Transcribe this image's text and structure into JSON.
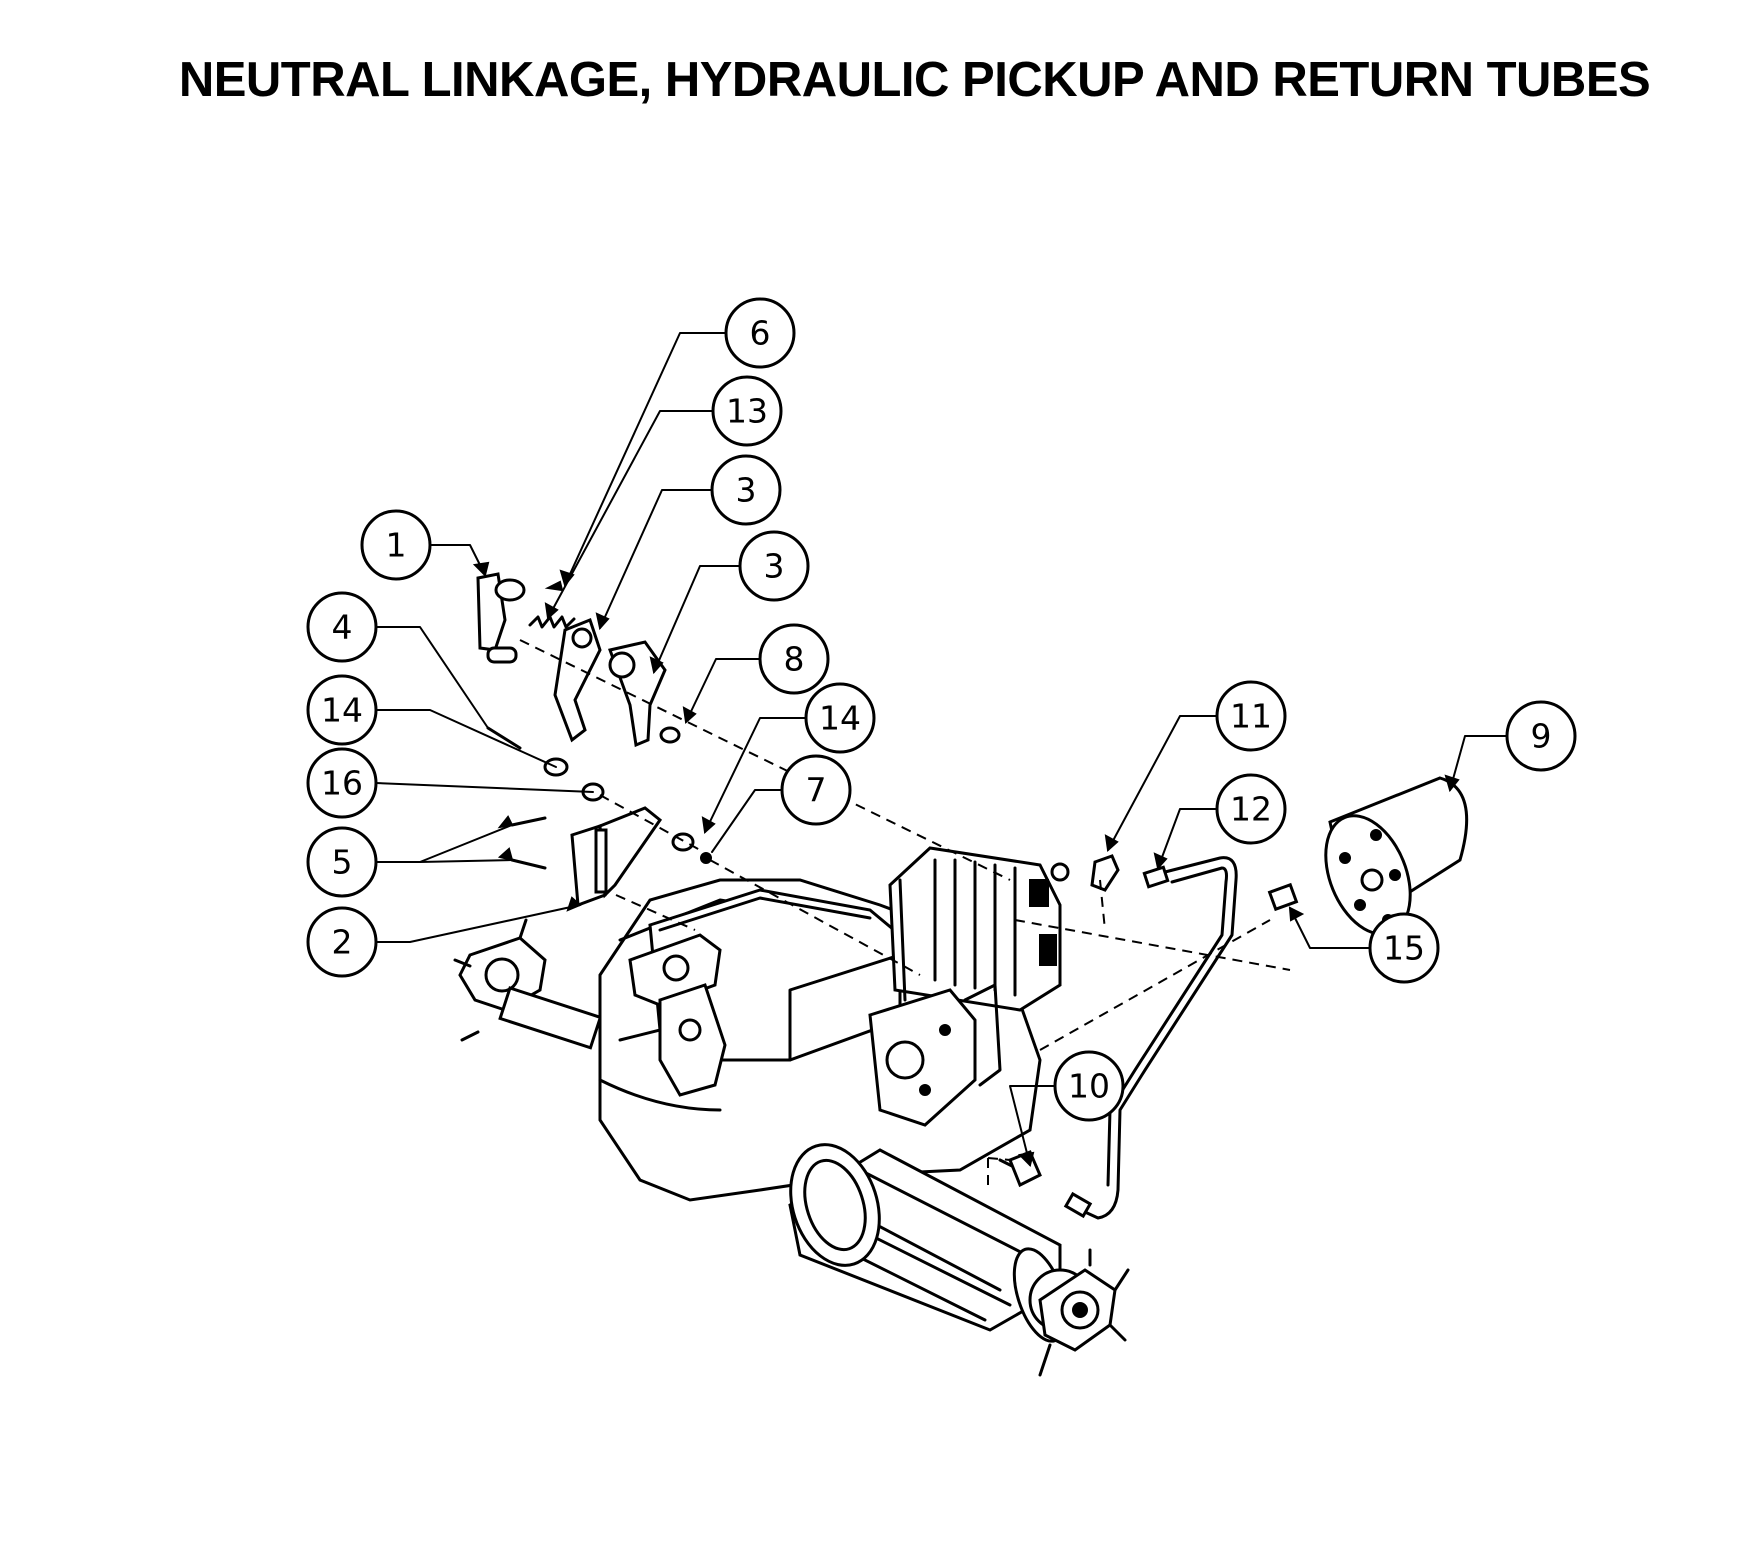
{
  "title": "NEUTRAL LINKAGE, HYDRAULIC PICKUP AND RETURN TUBES",
  "callouts": [
    "6",
    "13",
    "3",
    "3",
    "1",
    "8",
    "4",
    "14",
    "14",
    "7",
    "16",
    "5",
    "2",
    "11",
    "12",
    "9",
    "15",
    "10"
  ]
}
